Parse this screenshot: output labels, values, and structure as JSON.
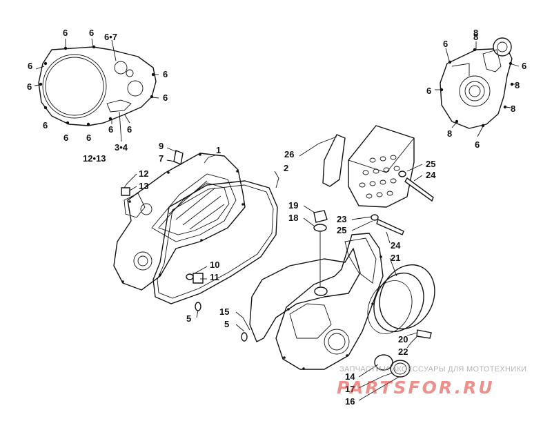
{
  "labels": {
    "c1_a": "6",
    "c1_b": "6",
    "c1_c": "6•7",
    "c1_d": "6",
    "c1_e": "6",
    "c1_f": "6",
    "c1_g": "6",
    "c1_h": "6",
    "c1_i": "6",
    "c1_j": "6",
    "c1_k": "6",
    "c1_l": "6",
    "c1_m": "3•4",
    "c1_n": "12•13",
    "c2_a": "6",
    "c2_b": "8",
    "c2_c": "6",
    "c2_d": "8",
    "c2_e": "6",
    "c2_f": "8",
    "c2_g": "8",
    "c2_h": "8",
    "c2_i": "6",
    "p1": "1",
    "p2": "2",
    "p5a": "5",
    "p5b": "5",
    "p7": "7",
    "p9": "9",
    "p10": "10",
    "p11": "11",
    "p12": "12",
    "p13": "13",
    "p14": "14",
    "p15": "15",
    "p16": "16",
    "p17": "17",
    "p18": "18",
    "p19": "19",
    "p20": "20",
    "p21": "21",
    "p22": "22",
    "p23": "23",
    "p24a": "24",
    "p24b": "24",
    "p25a": "25",
    "p25b": "25",
    "p26": "26"
  },
  "watermark": {
    "caption": "ЗАПЧАСТИ И АКСЕССУАРЫ ДЛЯ МОТОТЕХНИКИ",
    "brand": "PARTSFOR.RU"
  }
}
